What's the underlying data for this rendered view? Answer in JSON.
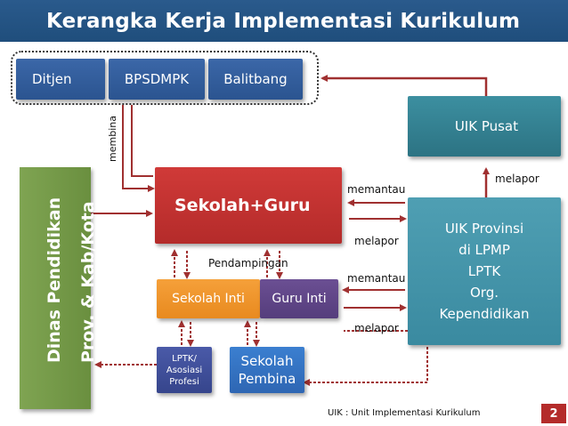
{
  "title": "Kerangka Kerja Implementasi Kurikulum",
  "top_group": {
    "ditjen": "Ditjen",
    "bpsdmpk": "BPSDMPK",
    "balitbang": "Balitbang"
  },
  "uik_pusat": "UIK Pusat",
  "sekolah_guru": "Sekolah+Guru",
  "sekolah_inti": "Sekolah Inti",
  "guru_inti": "Guru Inti",
  "lptk": [
    "LPTK/",
    "Asosiasi",
    "Profesi"
  ],
  "sekolah_pembina": [
    "Sekolah",
    "Pembina"
  ],
  "uik_provinsi": [
    "UIK Provinsi",
    "di LPMP",
    "LPTK",
    "Org.",
    "Kependidikan"
  ],
  "dinas": [
    "Dinas Pendidikan",
    "Prov. & Kab/Kota"
  ],
  "labels": {
    "membina": "membina",
    "memantau_1": "memantau",
    "melapor_1": "melapor",
    "memantau_2": "memantau",
    "melapor_2": "melapor",
    "melapor_pusat": "melapor",
    "pendampingan": "Pendampingan"
  },
  "footer": {
    "note": "UIK : Unit Implementasi Kurikulum",
    "page": "2"
  },
  "colors": {
    "title_bar": "#1f4e7c",
    "top_buttons": "#2b5490",
    "teal": "#2c7383",
    "red": "#b42b2a",
    "orange": "#e88a1f",
    "purple": "#553d7c",
    "green": "#6a8f3f",
    "arrow": "#a03030"
  }
}
